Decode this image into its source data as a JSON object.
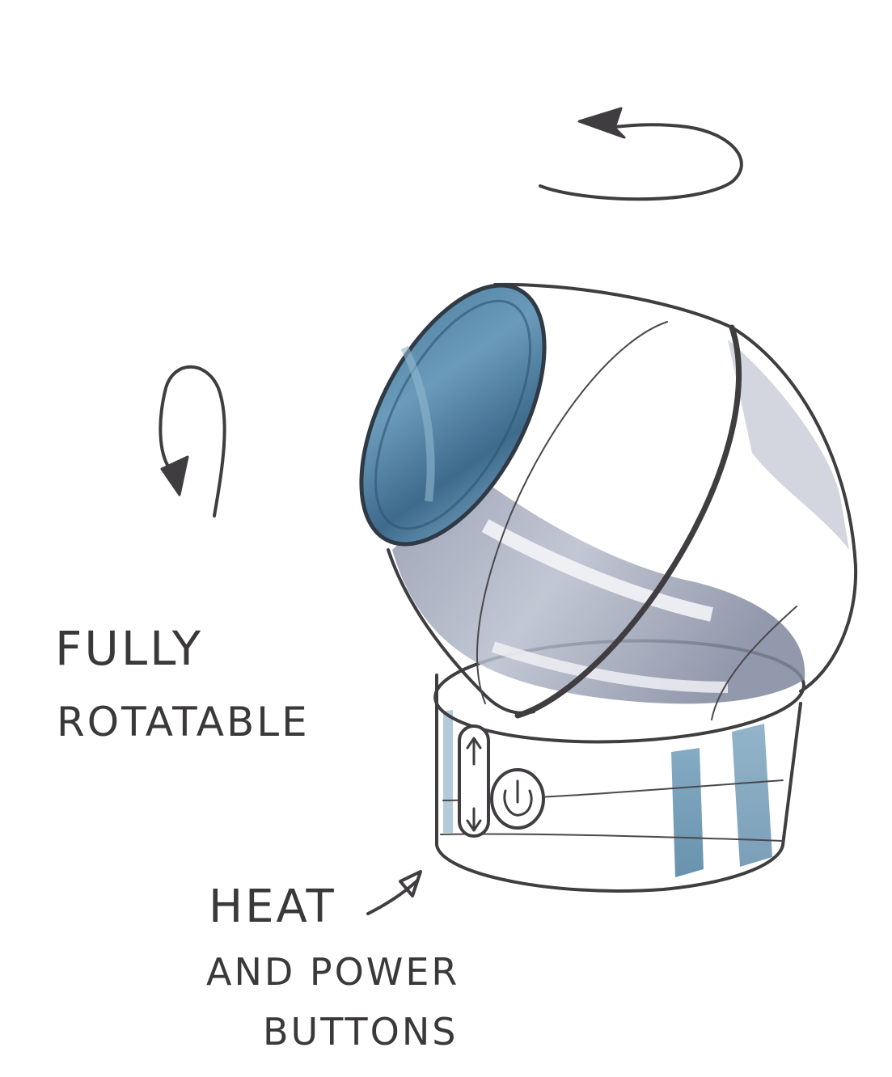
{
  "annotations": {
    "rotation_label_line1": "FULLY",
    "rotation_label_line2": "ROTATABLE",
    "buttons_label_line1": "HEAT",
    "buttons_label_line2": "AND POWER",
    "buttons_label_line3": "BUTTONS"
  },
  "colors": {
    "ink": "#3f3d3f",
    "blue_wash": "#5b8eae",
    "dark_blue": "#3f5d78",
    "grey_wash": "#8d93a6",
    "paper": "#ffffff"
  },
  "icons": {
    "top_arrow": "rotate-horizontal-arrow-icon",
    "side_arrow": "rotate-vertical-arrow-icon",
    "pointer_arrow": "pointer-arrow-icon",
    "power": "power-icon",
    "heat_stepper": "heat-up-down-icon"
  }
}
